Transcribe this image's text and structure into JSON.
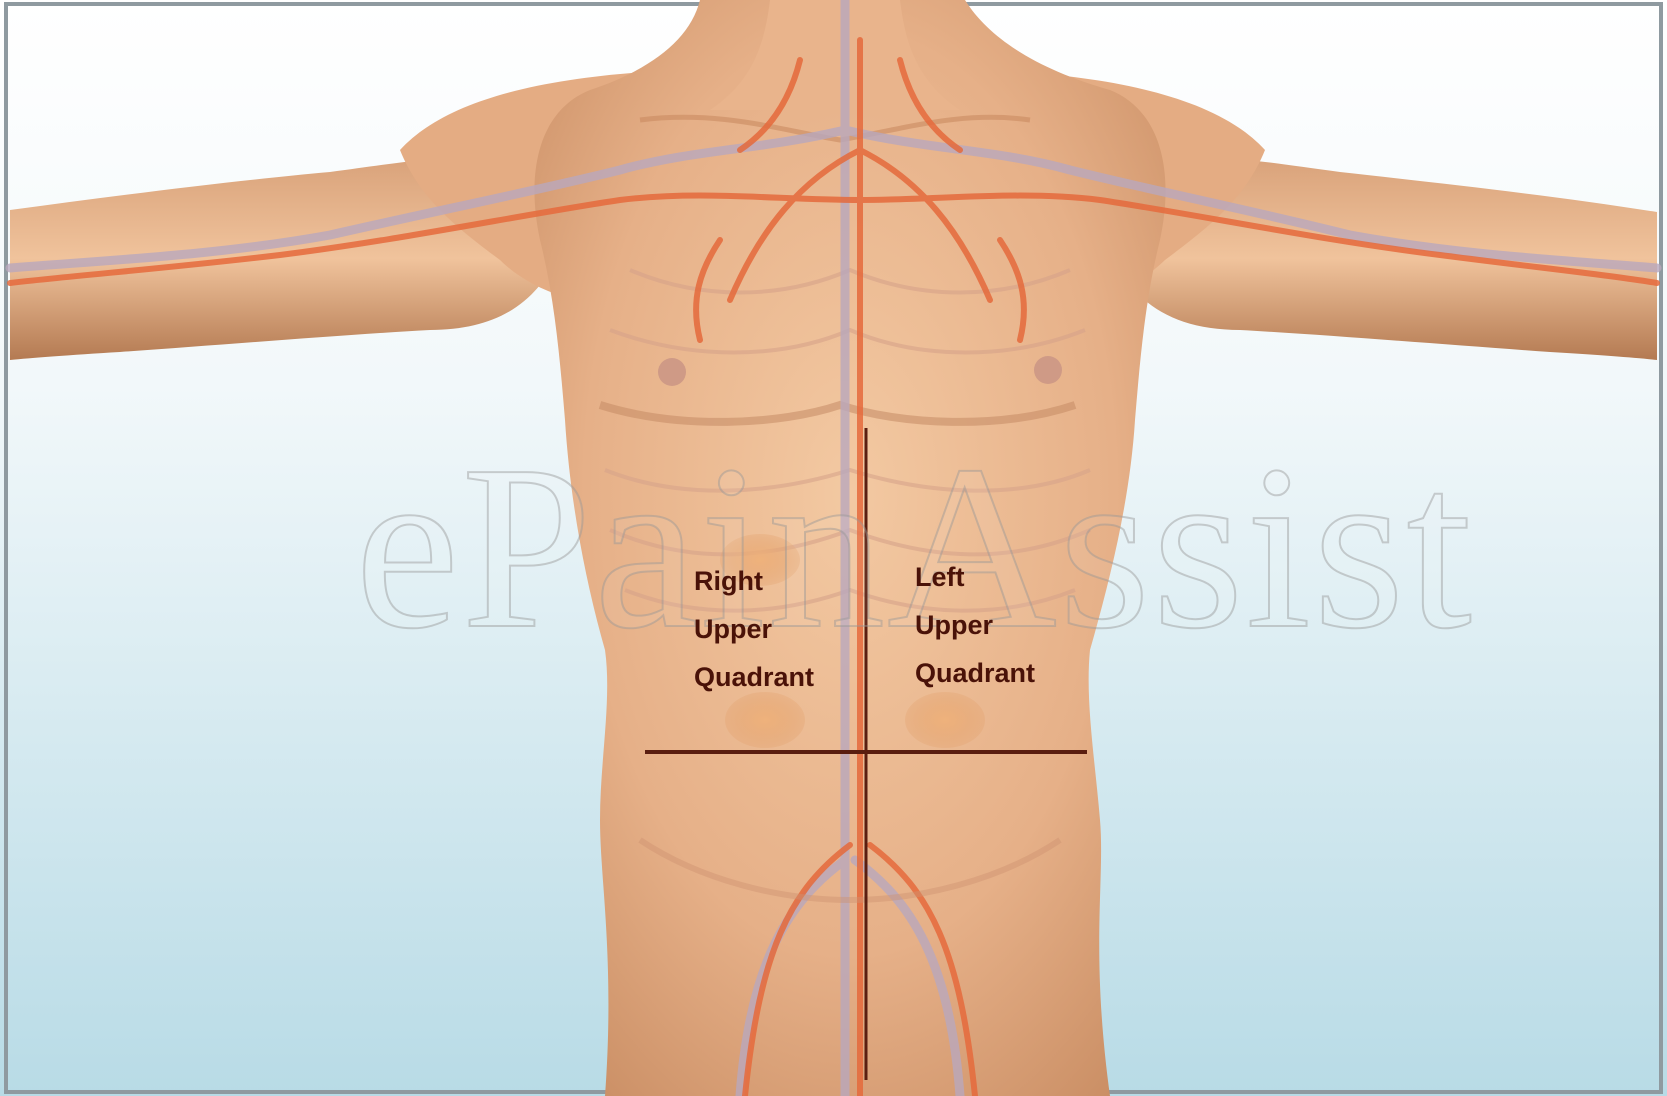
{
  "watermark": "ePainAssist",
  "quadrants": {
    "right_upper": {
      "line1": "Right",
      "line2": "Upper",
      "line3": "Quadrant"
    },
    "left_upper": {
      "line1": "Left",
      "line2": "Upper",
      "line3": "Quadrant"
    }
  },
  "colors": {
    "background_top": "#ffffff",
    "background_bottom": "#b8dbe6",
    "skin": "#e8b48a",
    "artery": "#e56a3c",
    "vein": "#b9a8bd",
    "divider_line": "#5a1e10",
    "label_text": "#4a1208"
  }
}
